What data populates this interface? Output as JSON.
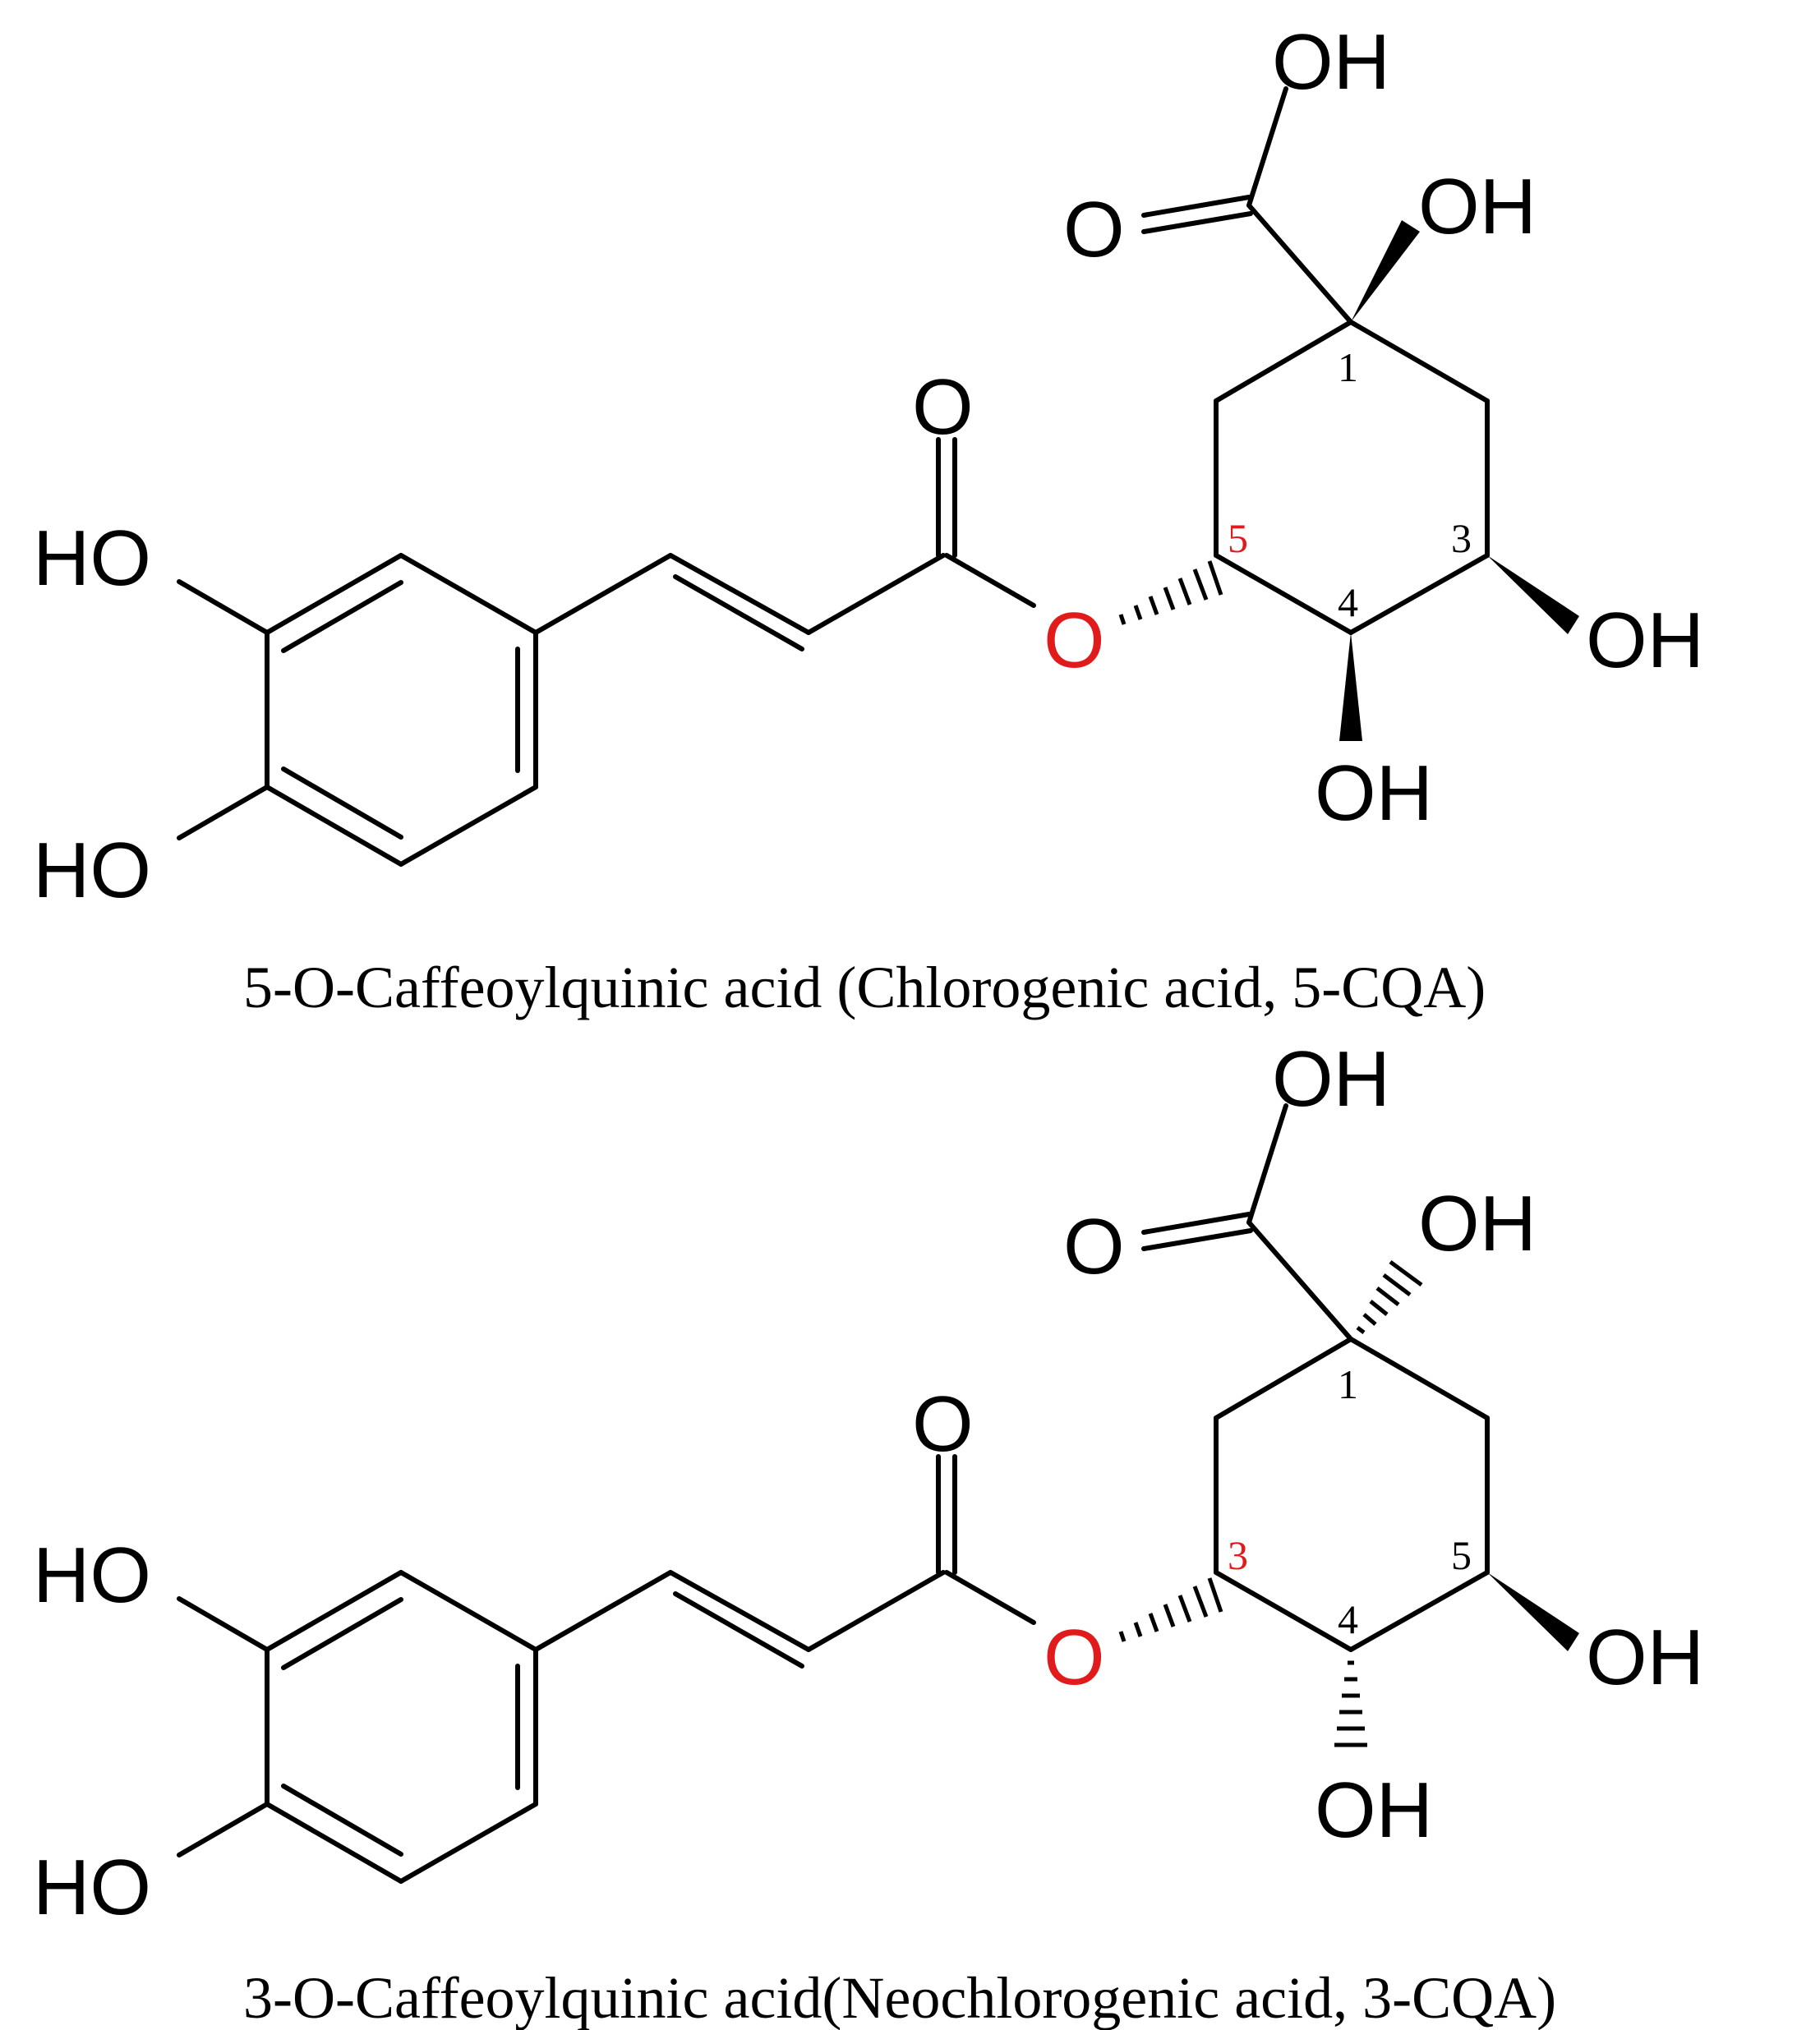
{
  "structures": [
    {
      "caption": "5-O-Caffeoylquinic acid (Chlorogenic acid, 5-CQA)",
      "esterified_carbon": "5",
      "labels": {
        "carboxyl_oh": "OH",
        "carbonyl_o": "O",
        "c1_oh": "OH",
        "ester_carbonyl_o": "O",
        "ester_o": "O",
        "aryl_oh_top": "HO",
        "aryl_oh_bottom": "HO",
        "c3_oh": "OH",
        "c4_oh": "OH"
      },
      "locants": {
        "c1": "1",
        "c3": "3",
        "c4": "4",
        "c5": "5"
      },
      "stereo": {
        "c1_oh": "wedge",
        "c3_oh": "wedge",
        "c4_oh": "wedge",
        "ester_o": "hash"
      }
    },
    {
      "caption": "3-O-Caffeoylquinic acid(Neochlorogenic acid, 3-CQA)",
      "esterified_carbon": "3",
      "labels": {
        "carboxyl_oh": "OH",
        "carbonyl_o": "O",
        "c1_oh": "OH",
        "ester_carbonyl_o": "O",
        "ester_o": "O",
        "aryl_oh_top": "HO",
        "aryl_oh_bottom": "HO",
        "c3_oh": "OH",
        "c4_oh": "OH"
      },
      "locants": {
        "c1": "1",
        "c3": "5",
        "c4": "4",
        "c5": "3"
      },
      "stereo": {
        "c1_oh": "hash",
        "c3_oh": "wedge",
        "c4_oh": "hash",
        "ester_o": "hash"
      }
    }
  ],
  "colors": {
    "bond": "#000000",
    "highlight": "#e11b1b",
    "background": "#ffffff"
  }
}
